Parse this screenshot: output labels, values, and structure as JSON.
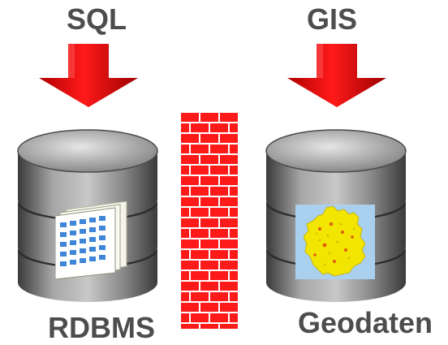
{
  "left_column": {
    "top_label": "SQL",
    "bottom_label": "RDBMS"
  },
  "right_column": {
    "top_label": "GIS",
    "bottom_label": "Geodaten"
  },
  "colors": {
    "arrow": "#e00000",
    "arrow_dark": "#8f0000",
    "wall_brick": "#ff1a1a",
    "wall_mortar": "#ffffff",
    "db_body": "#8c8c8c",
    "label_text": "#4d4d4d",
    "map_water": "#a9d0ee",
    "map_land": "#f2e600"
  },
  "icons": {
    "left_arrow": "down-arrow-icon",
    "right_arrow": "down-arrow-icon",
    "left_db": "database-icon",
    "right_db": "database-icon",
    "table_overlay": "table-grid-icon",
    "map_overlay": "germany-map-icon",
    "wall": "brick-wall-icon"
  }
}
